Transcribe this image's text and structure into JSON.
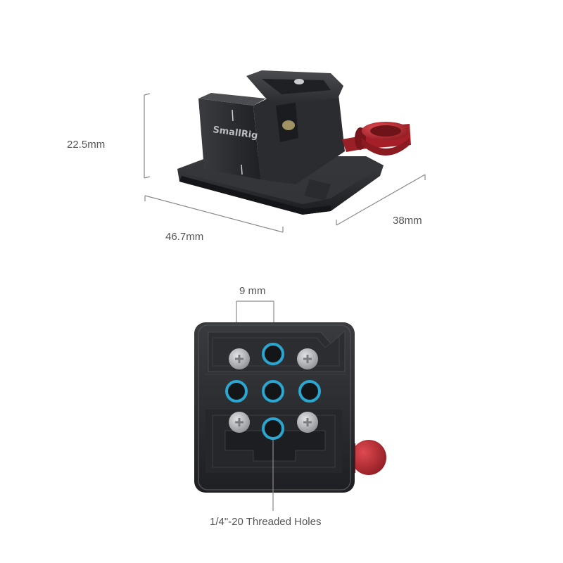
{
  "dimensions": {
    "height": "22.5mm",
    "width": "46.7mm",
    "depth": "38mm"
  },
  "product": {
    "brand": "SmallRig"
  },
  "bottom_view": {
    "spacing": "9 mm",
    "holes_callout": "1/4\"-20 Threaded Holes"
  },
  "colors": {
    "body": "#2b2c2f",
    "body_dark": "#1c1d20",
    "knob_red": "#b8262e",
    "thread_ring": "#2aa6d0",
    "screw": "#b4b6b9",
    "dim_line": "#8a8a8a",
    "label": "#555555"
  }
}
